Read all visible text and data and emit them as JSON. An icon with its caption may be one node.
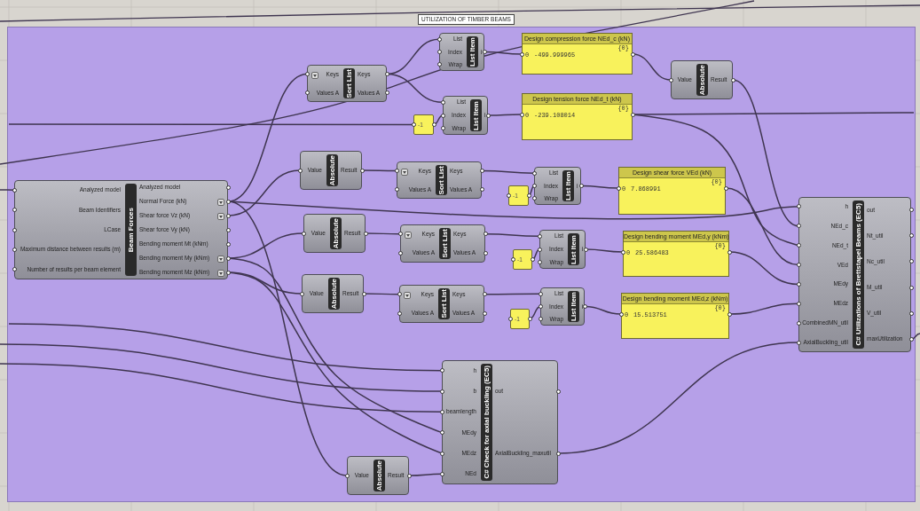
{
  "diagram": {
    "nodes": [
      {
        "text": [
          "UTILIZATION OF TIMBER BEAMS"
        ]
      },
      {
        "text": [
          "Keys",
          "Values A",
          "Sort List",
          "Keys",
          "Values A"
        ],
        "in": 0
      },
      {
        "text": [
          "List",
          "Index",
          "Wrap",
          "List Item",
          "i"
        ],
        "in": 0
      },
      {
        "text": [
          "Design compression force NEd_c (kN)",
          "{0}",
          "0",
          "-499.999965"
        ],
        "in": 0
      },
      {
        "text": [
          "Value",
          "Absolute",
          "Result"
        ],
        "in": 0
      },
      {
        "text": [
          "-1"
        ],
        "in": 0
      },
      {
        "text": [
          "List",
          "Index",
          "Wrap",
          "List Item",
          "i"
        ],
        "in": 0
      },
      {
        "text": [
          "Design tension force NEd_t (kN)",
          "{0}",
          "0",
          "-239.108014"
        ],
        "in": 0
      },
      {
        "text": [
          "Analyzed model",
          "Beam Identifiers",
          "LCase",
          "Maximum distance between results (m)",
          "Number of results per beam element",
          "Beam Forces",
          "Analyzed model",
          "Normal Force (kN)",
          "Shear force Vz (kN)",
          "Shear force Vy (kN)",
          "Bending moment Mt (kNm)",
          "Bending moment My (kNm)",
          "Bending moment Mz (kNm)"
        ],
        "in": 0
      },
      {
        "text": [
          "Value",
          "Absolute",
          "Result"
        ],
        "in": 0
      },
      {
        "text": [
          "Keys",
          "Values A",
          "Sort List",
          "Keys",
          "Values A"
        ],
        "in": 0
      },
      {
        "text": [
          "-1"
        ],
        "in": 0
      },
      {
        "text": [
          "List",
          "Index",
          "Wrap",
          "List Item",
          "i"
        ],
        "in": 0
      },
      {
        "text": [
          "Design shear force VEd (kN)",
          "{0}",
          "0",
          "7.868991"
        ],
        "in": 0
      },
      {
        "text": [
          "Value",
          "Absolute",
          "Result"
        ],
        "in": 0
      },
      {
        "text": [
          "Keys",
          "Values A",
          "Sort List",
          "Keys",
          "Values A"
        ],
        "in": 0
      },
      {
        "text": [
          "-1"
        ],
        "in": 0
      },
      {
        "text": [
          "List",
          "Index",
          "Wrap",
          "List Item",
          "i"
        ],
        "in": 0
      },
      {
        "text": [
          "Design bending moment MEd,y (kNm)",
          "{0}",
          "0",
          "25.586483"
        ],
        "in": 0
      },
      {
        "text": [
          "Value",
          "Absolute",
          "Result"
        ],
        "in": 0
      },
      {
        "text": [
          "Keys",
          "Values A",
          "Sort List",
          "Keys",
          "Values A"
        ],
        "in": 0
      },
      {
        "text": [
          "-1"
        ],
        "in": 0
      },
      {
        "text": [
          "List",
          "Index",
          "Wrap",
          "List Item",
          "i"
        ],
        "in": 0
      },
      {
        "text": [
          "Design bending moment MEd,z (kNm)",
          "{0}",
          "0",
          "15.513751"
        ],
        "in": 0
      },
      {
        "text": [
          "h",
          "NEd_c",
          "NEd_t",
          "VEd",
          "MEdy",
          "MEdz",
          "CombinedMN_util",
          "AxialBuckling_util",
          "C# Utilizations of Brettstapel Beams (EC5)",
          "out",
          "Nt_util",
          "Nc_util",
          "M_util",
          "V_util",
          "maxUtilization"
        ],
        "in": 0
      },
      {
        "text": [
          "h",
          "b",
          "beamlength",
          "MEdy",
          "MEdz",
          "NEd",
          "C# Check for axial buckling (EC5)",
          "out",
          "AxialBuckling_maxutil"
        ],
        "in": 0
      },
      {
        "text": [
          "Value",
          "Absolute",
          "Result"
        ],
        "in": 0
      }
    ],
    "edges": [
      {
        "from": 8,
        "to": 1,
        "arrow": "none"
      },
      {
        "from": 8,
        "to": 9,
        "arrow": "none"
      },
      {
        "from": 8,
        "to": 14,
        "arrow": "none"
      },
      {
        "from": 8,
        "to": 19,
        "arrow": "none"
      },
      {
        "from": 8,
        "to": 26,
        "arrow": "none"
      },
      {
        "from": 8,
        "to": 25,
        "arrow": "none"
      },
      {
        "from": 8,
        "to": 25,
        "arrow": "none"
      },
      {
        "from": 8,
        "to": 24,
        "arrow": "none"
      },
      {
        "from": null,
        "to": 8,
        "arrow": "none"
      },
      {
        "from": 1,
        "to": 2,
        "arrow": "none"
      },
      {
        "from": 1,
        "to": 6,
        "arrow": "none"
      },
      {
        "from": 2,
        "to": 3,
        "arrow": "none"
      },
      {
        "from": 5,
        "to": 6,
        "arrow": "none"
      },
      {
        "from": 6,
        "to": 7,
        "arrow": "none"
      },
      {
        "from": 3,
        "to": 4,
        "arrow": "none"
      },
      {
        "from": null,
        "to": 5,
        "arrow": "none"
      },
      {
        "from": 7,
        "to": null,
        "arrow": "none"
      },
      {
        "from": 9,
        "to": 10,
        "arrow": "none"
      },
      {
        "from": 10,
        "to": 12,
        "arrow": "none"
      },
      {
        "from": 11,
        "to": 12,
        "arrow": "none"
      },
      {
        "from": 12,
        "to": 13,
        "arrow": "none"
      },
      {
        "from": 14,
        "to": 15,
        "arrow": "none"
      },
      {
        "from": 15,
        "to": 17,
        "arrow": "none"
      },
      {
        "from": 16,
        "to": 17,
        "arrow": "none"
      },
      {
        "from": 17,
        "to": 18,
        "arrow": "none"
      },
      {
        "from": 19,
        "to": 20,
        "arrow": "none"
      },
      {
        "from": 20,
        "to": 22,
        "arrow": "none"
      },
      {
        "from": 21,
        "to": 22,
        "arrow": "none"
      },
      {
        "from": 22,
        "to": 23,
        "arrow": "none"
      },
      {
        "from": 4,
        "to": 24,
        "arrow": "none"
      },
      {
        "from": 7,
        "to": 24,
        "arrow": "none"
      },
      {
        "from": 13,
        "to": 24,
        "arrow": "none"
      },
      {
        "from": 18,
        "to": 24,
        "arrow": "none"
      },
      {
        "from": 23,
        "to": 24,
        "arrow": "none"
      },
      {
        "from": 26,
        "to": 25,
        "arrow": "none"
      },
      {
        "from": 25,
        "to": 24,
        "arrow": "none"
      },
      {
        "from": null,
        "to": 25,
        "arrow": "none"
      },
      {
        "from": null,
        "to": 25,
        "arrow": "none"
      },
      {
        "from": null,
        "to": 25,
        "arrow": "none"
      },
      {
        "from": 24,
        "to": null,
        "arrow": "none"
      }
    ]
  }
}
